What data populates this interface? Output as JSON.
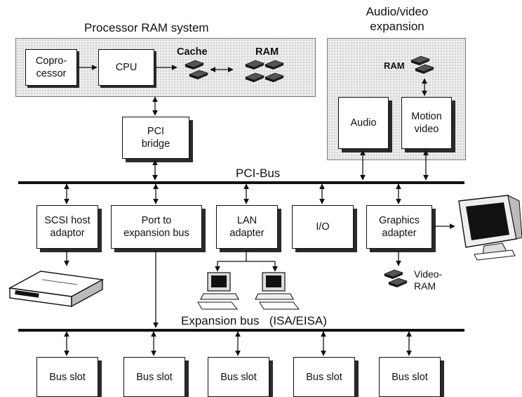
{
  "titles": {
    "processor_ram_system": "Processor RAM system",
    "audio_video_expansion": "Audio/video\nexpansion"
  },
  "components": {
    "coprocessor": "Copro-\ncessor",
    "cpu": "CPU",
    "cache": "Cache",
    "ram": "RAM",
    "av_ram": "RAM",
    "audio": "Audio",
    "motion_video": "Motion\nvideo",
    "pci_bridge": "PCI\nbridge",
    "scsi_host_adaptor": "SCSI host\nadaptor",
    "port_to_expansion_bus": "Port to\nexpansion bus",
    "lan_adapter": "LAN\nadapter",
    "io": "I/O",
    "graphics_adapter": "Graphics\nadapter",
    "video_ram": "Video-\nRAM"
  },
  "buses": {
    "pci_bus": "PCI-Bus",
    "expansion_bus": "Expansion bus   (ISA/EISA)"
  },
  "bus_slots": [
    "Bus slot",
    "Bus slot",
    "Bus slot",
    "Bus slot",
    "Bus slot"
  ]
}
